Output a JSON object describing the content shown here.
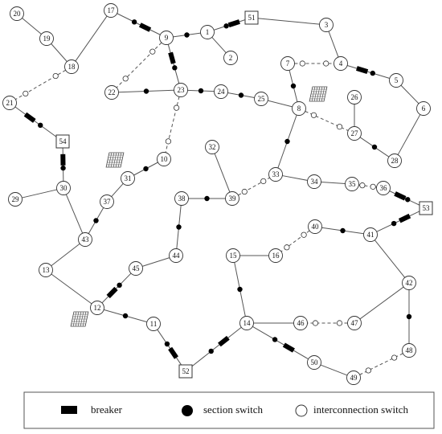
{
  "network": {
    "nodes": [
      {
        "id": "1",
        "kind": "bus"
      },
      {
        "id": "2",
        "kind": "bus"
      },
      {
        "id": "3",
        "kind": "bus"
      },
      {
        "id": "4",
        "kind": "bus"
      },
      {
        "id": "5",
        "kind": "bus"
      },
      {
        "id": "6",
        "kind": "bus"
      },
      {
        "id": "7",
        "kind": "bus"
      },
      {
        "id": "8",
        "kind": "bus"
      },
      {
        "id": "9",
        "kind": "bus"
      },
      {
        "id": "10",
        "kind": "bus"
      },
      {
        "id": "11",
        "kind": "bus"
      },
      {
        "id": "12",
        "kind": "bus"
      },
      {
        "id": "13",
        "kind": "bus"
      },
      {
        "id": "14",
        "kind": "bus"
      },
      {
        "id": "15",
        "kind": "bus"
      },
      {
        "id": "16",
        "kind": "bus"
      },
      {
        "id": "17",
        "kind": "bus"
      },
      {
        "id": "18",
        "kind": "bus"
      },
      {
        "id": "19",
        "kind": "bus"
      },
      {
        "id": "20",
        "kind": "bus"
      },
      {
        "id": "21",
        "kind": "bus"
      },
      {
        "id": "22",
        "kind": "bus"
      },
      {
        "id": "23",
        "kind": "bus"
      },
      {
        "id": "24",
        "kind": "bus"
      },
      {
        "id": "25",
        "kind": "bus"
      },
      {
        "id": "26",
        "kind": "bus"
      },
      {
        "id": "27",
        "kind": "bus"
      },
      {
        "id": "28",
        "kind": "bus"
      },
      {
        "id": "29",
        "kind": "bus"
      },
      {
        "id": "30",
        "kind": "bus"
      },
      {
        "id": "31",
        "kind": "bus"
      },
      {
        "id": "32",
        "kind": "bus"
      },
      {
        "id": "33",
        "kind": "bus"
      },
      {
        "id": "34",
        "kind": "bus"
      },
      {
        "id": "35",
        "kind": "bus"
      },
      {
        "id": "36",
        "kind": "bus"
      },
      {
        "id": "37",
        "kind": "bus"
      },
      {
        "id": "38",
        "kind": "bus"
      },
      {
        "id": "39",
        "kind": "bus"
      },
      {
        "id": "40",
        "kind": "bus"
      },
      {
        "id": "41",
        "kind": "bus"
      },
      {
        "id": "42",
        "kind": "bus"
      },
      {
        "id": "43",
        "kind": "bus"
      },
      {
        "id": "44",
        "kind": "bus"
      },
      {
        "id": "45",
        "kind": "bus"
      },
      {
        "id": "46",
        "kind": "bus"
      },
      {
        "id": "47",
        "kind": "bus"
      },
      {
        "id": "48",
        "kind": "bus"
      },
      {
        "id": "49",
        "kind": "bus"
      },
      {
        "id": "50",
        "kind": "bus"
      },
      {
        "id": "51",
        "kind": "substation"
      },
      {
        "id": "52",
        "kind": "substation"
      },
      {
        "id": "53",
        "kind": "substation"
      },
      {
        "id": "54",
        "kind": "substation"
      }
    ],
    "lines": [
      {
        "a": "51",
        "b": "1",
        "device": "breaker"
      },
      {
        "a": "1",
        "b": "9",
        "device": "section"
      },
      {
        "a": "1",
        "b": "2",
        "device": "none"
      },
      {
        "a": "9",
        "b": "17",
        "device": "breaker"
      },
      {
        "a": "9",
        "b": "23",
        "device": "breaker"
      },
      {
        "a": "9",
        "b": "22",
        "device": "interconnection"
      },
      {
        "a": "22",
        "b": "23",
        "device": "section"
      },
      {
        "a": "23",
        "b": "24",
        "device": "section"
      },
      {
        "a": "23",
        "b": "10",
        "device": "interconnection"
      },
      {
        "a": "24",
        "b": "25",
        "device": "section"
      },
      {
        "a": "25",
        "b": "8",
        "device": "none"
      },
      {
        "a": "8",
        "b": "7",
        "device": "section"
      },
      {
        "a": "8",
        "b": "27",
        "device": "interconnection"
      },
      {
        "a": "8",
        "b": "33",
        "device": "section"
      },
      {
        "a": "51",
        "b": "3",
        "device": "none"
      },
      {
        "a": "3",
        "b": "4",
        "device": "none"
      },
      {
        "a": "7",
        "b": "4",
        "device": "interconnection"
      },
      {
        "a": "4",
        "b": "5",
        "device": "breaker"
      },
      {
        "a": "5",
        "b": "6",
        "device": "none"
      },
      {
        "a": "6",
        "b": "28",
        "device": "none"
      },
      {
        "a": "28",
        "b": "27",
        "device": "section"
      },
      {
        "a": "26",
        "b": "27",
        "device": "none"
      },
      {
        "a": "17",
        "b": "18",
        "device": "none"
      },
      {
        "a": "20",
        "b": "19",
        "device": "none"
      },
      {
        "a": "19",
        "b": "18",
        "device": "none"
      },
      {
        "a": "18",
        "b": "21",
        "device": "interconnection"
      },
      {
        "a": "21",
        "b": "54",
        "device": "breaker"
      },
      {
        "a": "54",
        "b": "30",
        "device": "breaker"
      },
      {
        "a": "30",
        "b": "29",
        "device": "none"
      },
      {
        "a": "30",
        "b": "43",
        "device": "none"
      },
      {
        "a": "43",
        "b": "37",
        "device": "section"
      },
      {
        "a": "37",
        "b": "31",
        "device": "none"
      },
      {
        "a": "31",
        "b": "10",
        "device": "section"
      },
      {
        "a": "43",
        "b": "13",
        "device": "none"
      },
      {
        "a": "13",
        "b": "12",
        "device": "none"
      },
      {
        "a": "12",
        "b": "45",
        "device": "breaker"
      },
      {
        "a": "45",
        "b": "44",
        "device": "none"
      },
      {
        "a": "44",
        "b": "38",
        "device": "section"
      },
      {
        "a": "38",
        "b": "39",
        "device": "section"
      },
      {
        "a": "32",
        "b": "39",
        "device": "none"
      },
      {
        "a": "39",
        "b": "33",
        "device": "interconnection"
      },
      {
        "a": "33",
        "b": "34",
        "device": "none"
      },
      {
        "a": "34",
        "b": "35",
        "device": "none"
      },
      {
        "a": "35",
        "b": "36",
        "device": "interconnection"
      },
      {
        "a": "36",
        "b": "53",
        "device": "breaker"
      },
      {
        "a": "53",
        "b": "41",
        "device": "breaker"
      },
      {
        "a": "41",
        "b": "40",
        "device": "section"
      },
      {
        "a": "40",
        "b": "16",
        "device": "interconnection"
      },
      {
        "a": "16",
        "b": "15",
        "device": "none"
      },
      {
        "a": "15",
        "b": "14",
        "device": "section"
      },
      {
        "a": "41",
        "b": "42",
        "device": "none"
      },
      {
        "a": "42",
        "b": "47",
        "device": "none"
      },
      {
        "a": "47",
        "b": "46",
        "device": "interconnection"
      },
      {
        "a": "46",
        "b": "14",
        "device": "none"
      },
      {
        "a": "42",
        "b": "48",
        "device": "section"
      },
      {
        "a": "48",
        "b": "49",
        "device": "interconnection"
      },
      {
        "a": "49",
        "b": "50",
        "device": "none"
      },
      {
        "a": "50",
        "b": "14",
        "device": "breaker"
      },
      {
        "a": "14",
        "b": "52",
        "device": "breaker"
      },
      {
        "a": "52",
        "b": "11",
        "device": "breaker"
      },
      {
        "a": "11",
        "b": "12",
        "device": "section"
      }
    ],
    "generators": [
      {
        "name": "pv-panel",
        "near": "8"
      },
      {
        "name": "pv-panel",
        "near": "31"
      },
      {
        "name": "pv-panel",
        "near": "12"
      }
    ]
  },
  "legend": {
    "items": [
      {
        "key": "breaker",
        "label": "breaker"
      },
      {
        "key": "section",
        "label": "section switch"
      },
      {
        "key": "interconnection",
        "label": "interconnection switch"
      }
    ]
  },
  "colors": {
    "line": "#555555",
    "node_fill": "#ffffff",
    "node_stroke": "#333333",
    "device": "#000000"
  }
}
